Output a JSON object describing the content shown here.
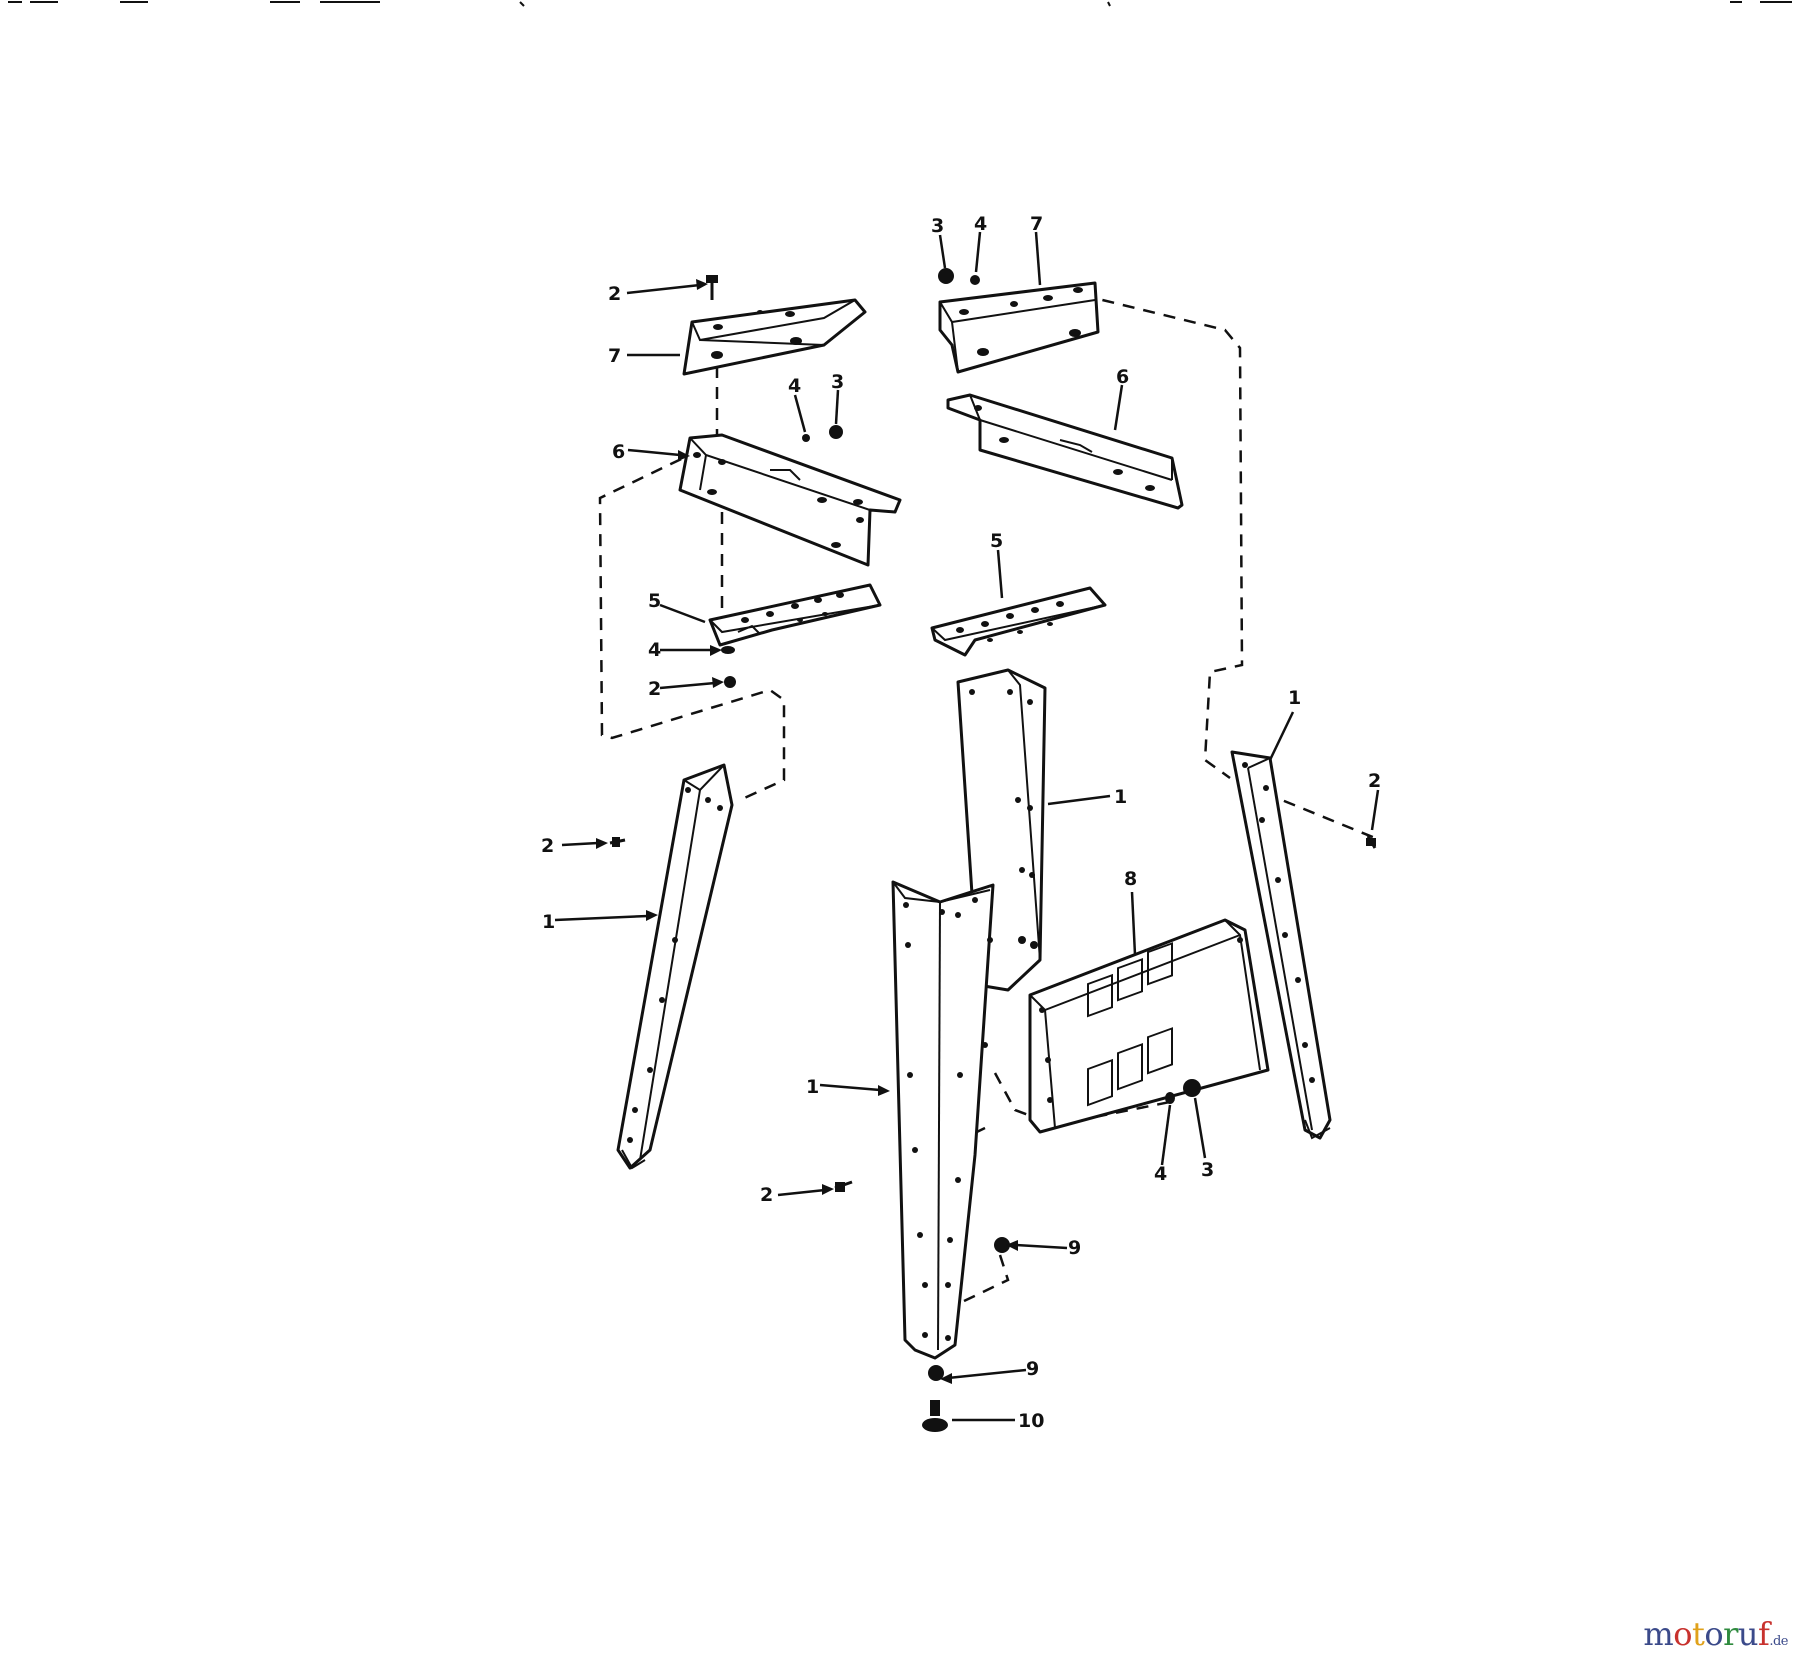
{
  "callouts": {
    "c01": "2",
    "c02": "7",
    "c03": "3",
    "c04": "4",
    "c05": "7",
    "c06": "4",
    "c07": "3",
    "c08": "6",
    "c09": "6",
    "c10": "5",
    "c11": "5",
    "c12": "4",
    "c13": "2",
    "c14": "1",
    "c15": "1",
    "c16": "2",
    "c17": "2",
    "c18": "1",
    "c19": "8",
    "c20": "1",
    "c21": "4",
    "c22": "3",
    "c23": "2",
    "c24": "9",
    "c25": "9",
    "c26": "10"
  },
  "watermark": {
    "letters": [
      "m",
      "o",
      "t",
      "o",
      "r",
      "u",
      "f"
    ],
    "letter_colors": [
      "#3b4a8a",
      "#c8322e",
      "#e0a11a",
      "#3b4a8a",
      "#2e8a3e",
      "#3b4a8a",
      "#c8322e"
    ],
    "domain": ".de"
  }
}
